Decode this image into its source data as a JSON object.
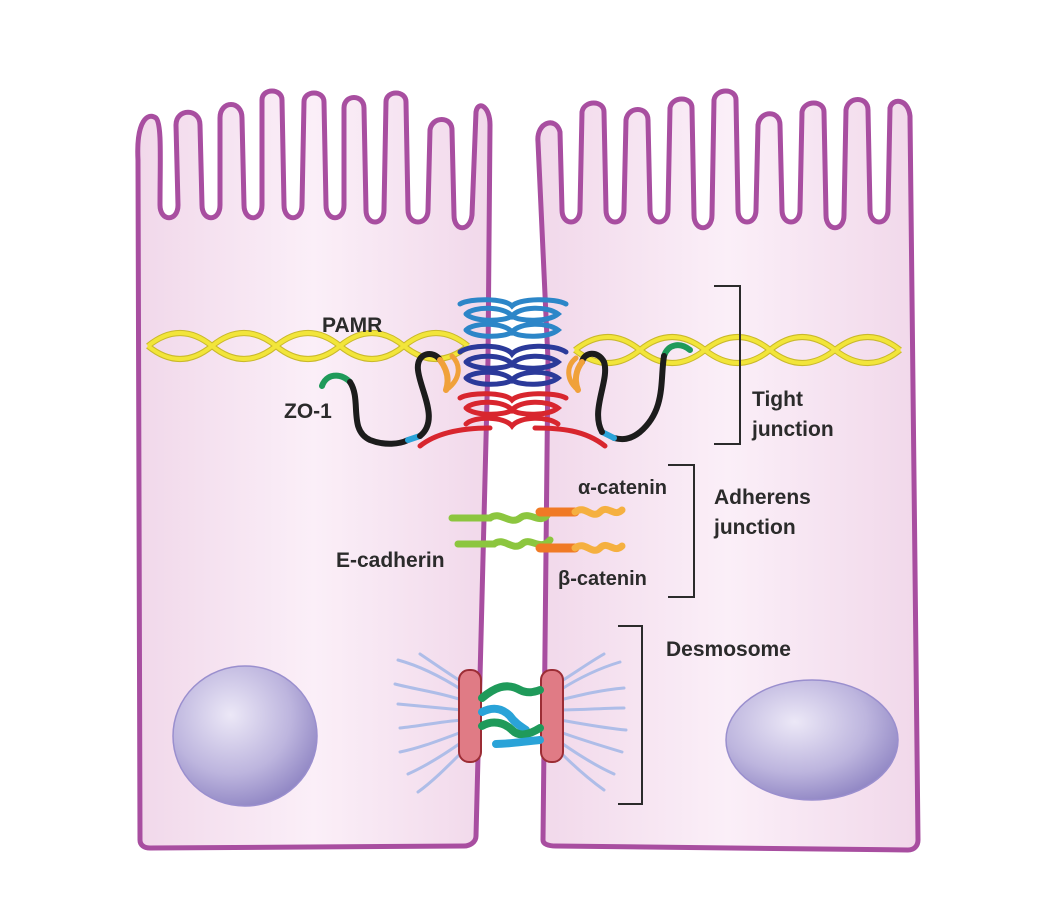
{
  "labels": {
    "pamr": "PAMR",
    "zo1": "ZO-1",
    "tight_line1": "Tight",
    "tight_line2": "junction",
    "alpha_catenin": "α-catenin",
    "adherens_line1": "Adherens",
    "adherens_line2": "junction",
    "e_cadherin": "E-cadherin",
    "beta_catenin": "β-catenin",
    "desmosome": "Desmosome"
  },
  "colors": {
    "cell_fill": "#f7e6f2",
    "membrane": "#a84ea0",
    "nucleus": "#b9b2dc",
    "actin": "#f2e53a",
    "claudin_light": "#2c86c8",
    "claudin_dark": "#2b3a9a",
    "claudin_red": "#d8262e",
    "zo1_black": "#1c1c1c",
    "zo1_green": "#1f9a5a",
    "zo1_blue": "#2aa3d8",
    "zo1_orange": "#f0a13a",
    "cadherin_green": "#8cc63f",
    "catenin_orange": "#f07a25",
    "catenin_yellow": "#f5b040",
    "plaque": "#e07b85",
    "desmo_green": "#1f9a5a",
    "desmo_blue": "#2aa3d8",
    "filament": "#aebde8"
  }
}
